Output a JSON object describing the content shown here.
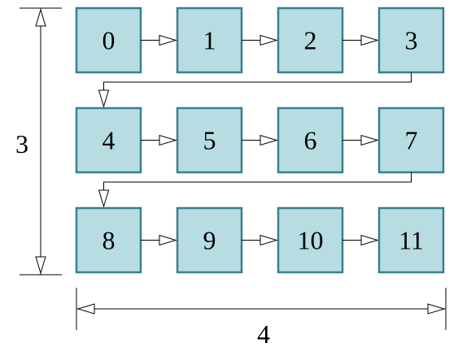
{
  "grid": {
    "rows": 3,
    "cols": 4,
    "cells": [
      "0",
      "1",
      "2",
      "3",
      "4",
      "5",
      "6",
      "7",
      "8",
      "9",
      "10",
      "11"
    ]
  },
  "dimensions": {
    "height_label": "3",
    "width_label": "4"
  },
  "colors": {
    "cell_fill": "#b7dde3",
    "cell_border": "#3a7f8f"
  }
}
